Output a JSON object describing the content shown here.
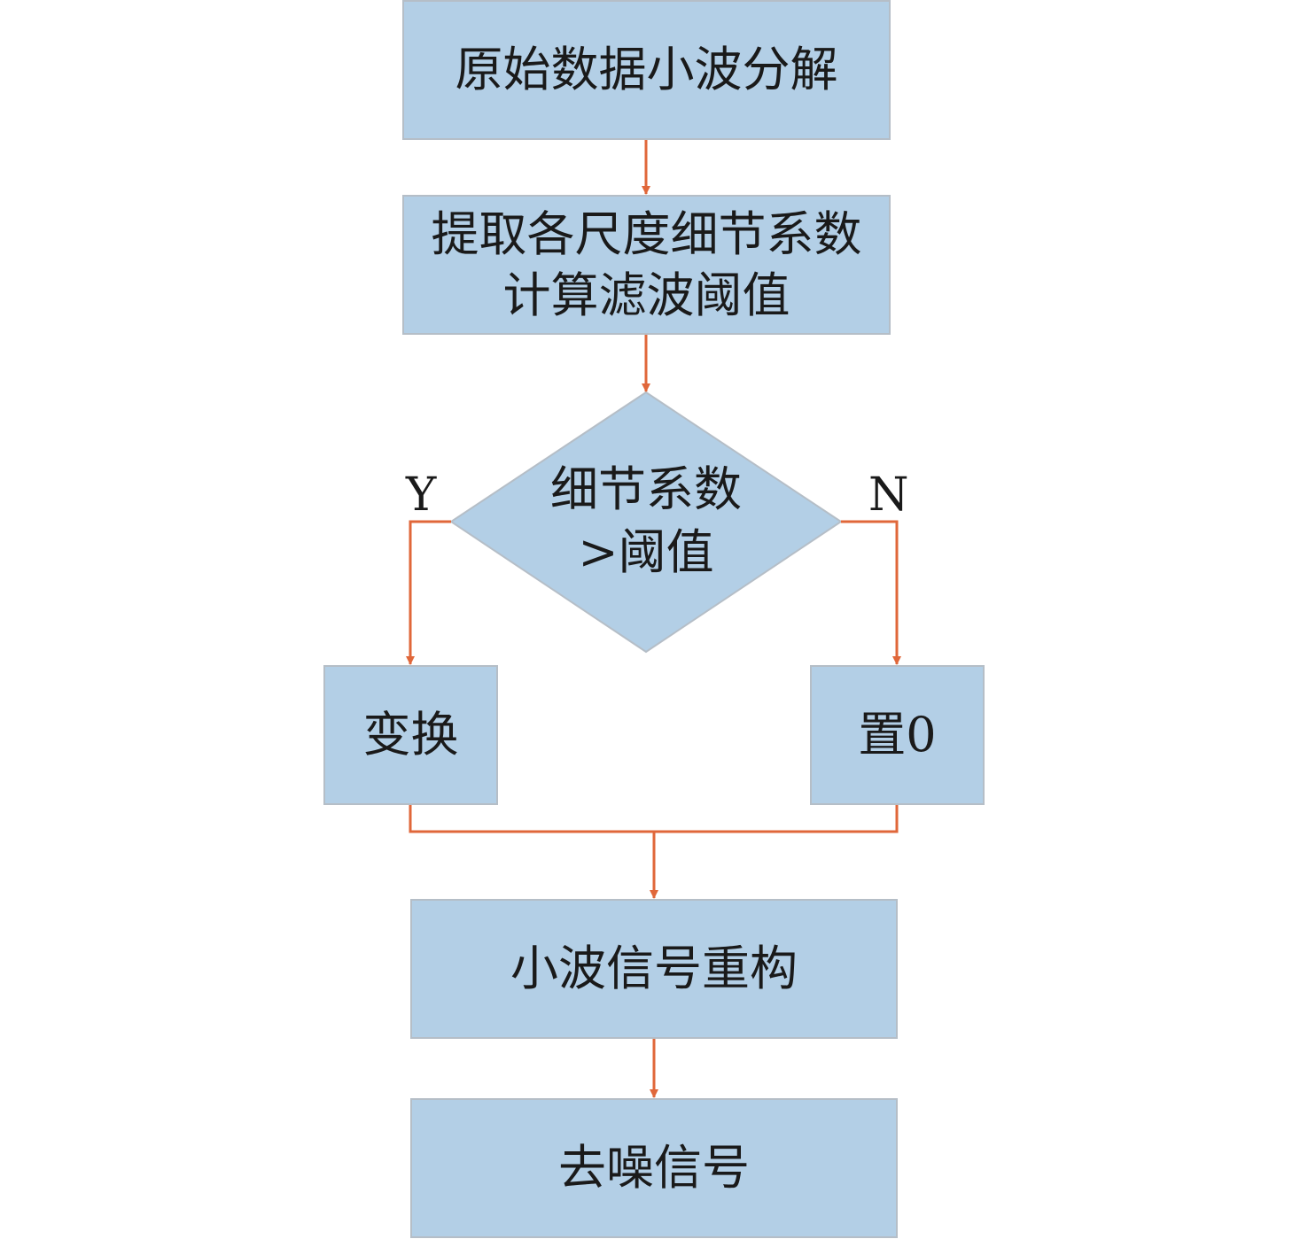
{
  "colors": {
    "box_fill": "#b3cfe6",
    "box_border": "#b5bec7",
    "arrow": "#e0673a",
    "text": "#1a1a1a"
  },
  "flowchart": {
    "steps": {
      "decompose": "原始数据小波分解",
      "threshold_line1": "提取各尺度细节系数",
      "threshold_line2": "计算滤波阈值",
      "transform": "变换",
      "set_zero": "置0",
      "reconstruct": "小波信号重构",
      "denoised": "去噪信号"
    },
    "decision": {
      "line1": "细节系数",
      "line2": ">阈值",
      "yes_label": "Y",
      "no_label": "N"
    }
  }
}
